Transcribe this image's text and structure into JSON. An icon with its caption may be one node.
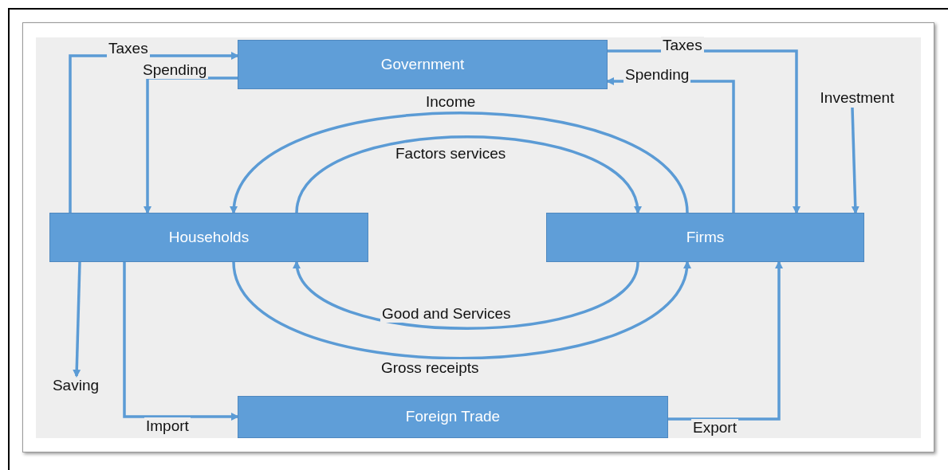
{
  "diagram": {
    "nodes": [
      {
        "text": [
          "Government"
        ]
      },
      {
        "text": [
          "Households"
        ]
      },
      {
        "text": [
          "Firms"
        ]
      },
      {
        "text": [
          "Foreign Trade"
        ]
      },
      {
        "text": [
          "Saving"
        ]
      },
      {
        "text": [
          "Investment"
        ]
      }
    ],
    "edges": [
      {
        "from": 1,
        "to": 0,
        "arrow": "to",
        "label": "Taxes"
      },
      {
        "from": 0,
        "to": 1,
        "arrow": "to",
        "label": "Spending"
      },
      {
        "from": 0,
        "to": 2,
        "arrow": "to",
        "label": "Taxes"
      },
      {
        "from": 2,
        "to": 0,
        "arrow": "to",
        "label": "Spending"
      },
      {
        "from": 2,
        "to": 1,
        "arrow": "to",
        "label": "Income"
      },
      {
        "from": 1,
        "to": 2,
        "arrow": "to",
        "label": "Factors services"
      },
      {
        "from": 2,
        "to": 1,
        "arrow": "to",
        "label": "Good and Services"
      },
      {
        "from": 1,
        "to": 2,
        "arrow": "to",
        "label": "Gross receipts"
      },
      {
        "from": 1,
        "to": 4,
        "arrow": "to"
      },
      {
        "from": 1,
        "to": 3,
        "arrow": "to",
        "label": "Import"
      },
      {
        "from": 3,
        "to": 2,
        "arrow": "to",
        "label": "Export"
      },
      {
        "from": 5,
        "to": 2,
        "arrow": "to"
      }
    ]
  }
}
